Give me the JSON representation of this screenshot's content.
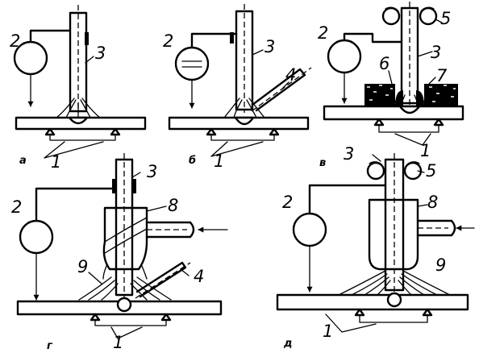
{
  "panels": [
    {
      "letter": "а",
      "labels": {
        "source": "2",
        "electrode": "3",
        "workpiece": "1"
      }
    },
    {
      "letter": "б",
      "labels": {
        "source": "2",
        "electrode": "3",
        "filler_rod": "4",
        "workpiece": "1"
      }
    },
    {
      "letter": "в",
      "labels": {
        "source": "2",
        "electrode": "3",
        "feed_rollers": "5",
        "flux_layer": "6",
        "flux": "7",
        "workpiece": "1"
      }
    },
    {
      "letter": "г",
      "labels": {
        "source": "2",
        "electrode": "3",
        "nozzle": "8",
        "gas_shield": "9",
        "filler_rod": "4",
        "workpiece": "1"
      }
    },
    {
      "letter": "д",
      "labels": {
        "source": "2",
        "electrode": "3",
        "feed_rollers": "5",
        "nozzle": "8",
        "gas_shield": "9",
        "workpiece": "1"
      }
    }
  ]
}
